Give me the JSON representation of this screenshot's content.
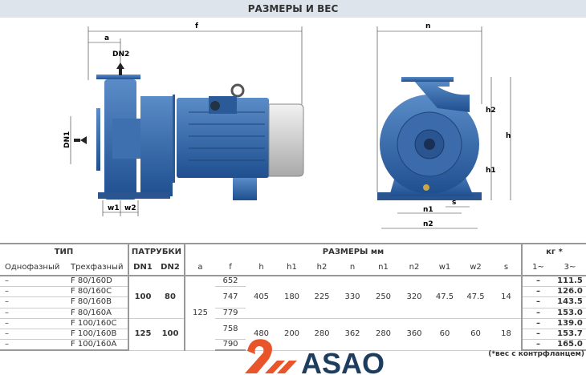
{
  "title": "РАЗМЕРЫ И ВЕС",
  "drawing_labels": {
    "a": "a",
    "f": "f",
    "DN2": "DN2",
    "DN1": "DN1",
    "w1": "w1",
    "w2": "w2",
    "n": "n",
    "h": "h",
    "h1": "h1",
    "h2": "h2",
    "n1": "n1",
    "n2": "n2",
    "s": "s"
  },
  "table": {
    "group_headers": {
      "type": "ТИП",
      "ports": "ПАТРУБКИ",
      "dims": "РАЗМЕРЫ мм",
      "weight": "кг *"
    },
    "columns": [
      "Однофазный",
      "Трехфазный",
      "DN1",
      "DN2",
      "a",
      "f",
      "h",
      "h1",
      "h2",
      "n",
      "n1",
      "n2",
      "w1",
      "w2",
      "s",
      "1~",
      "3~"
    ],
    "rows": [
      {
        "single": "–",
        "three": "F 80/160D",
        "w1ph": "–",
        "w3ph": "111.5"
      },
      {
        "single": "–",
        "three": "F 80/160C",
        "w1ph": "–",
        "w3ph": "126.0"
      },
      {
        "single": "–",
        "three": "F 80/160B",
        "w1ph": "–",
        "w3ph": "143.5"
      },
      {
        "single": "–",
        "three": "F 80/160A",
        "w1ph": "–",
        "w3ph": "153.0"
      },
      {
        "single": "–",
        "three": "F 100/160C",
        "w1ph": "–",
        "w3ph": "139.0"
      },
      {
        "single": "–",
        "three": "F 100/160B",
        "w1ph": "–",
        "w3ph": "153.7"
      },
      {
        "single": "–",
        "three": "F 100/160A",
        "w1ph": "–",
        "w3ph": "165.0"
      }
    ],
    "group1": {
      "DN1": "100",
      "DN2": "80",
      "f": [
        "652",
        "747",
        "779"
      ],
      "h": "405",
      "h1": "180",
      "h2": "225",
      "n": "330",
      "n1": "250",
      "n2": "320",
      "w1": "47.5",
      "w2": "47.5",
      "s": "14"
    },
    "group2": {
      "DN1": "125",
      "DN2": "100",
      "f": [
        "758",
        "790"
      ],
      "h": "480",
      "h1": "200",
      "h2": "280",
      "n": "362",
      "n1": "280",
      "n2": "360",
      "w1": "60",
      "w2": "60",
      "s": "18"
    },
    "a": "125"
  },
  "note": "(*вес с контрфланцем)",
  "logo_text": "ASAO"
}
